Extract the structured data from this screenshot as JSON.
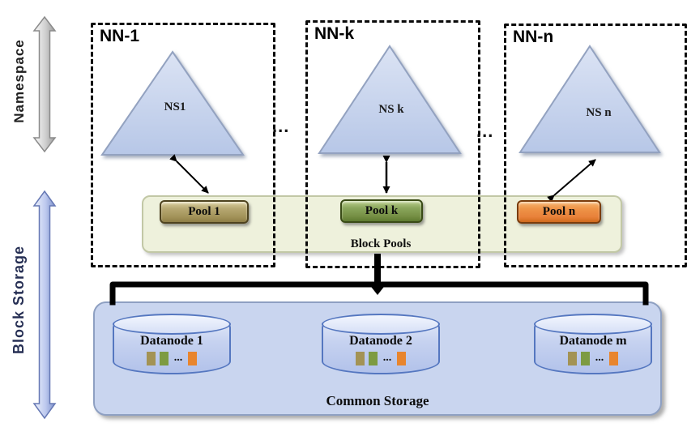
{
  "sidebar": {
    "namespace_label": "Namespace",
    "block_storage_label": "Block Storage"
  },
  "namenodes": [
    {
      "box_label": "NN-1",
      "namespace": "NS1",
      "pool": "Pool 1"
    },
    {
      "box_label": "NN-k",
      "namespace": "NS k",
      "pool": "Pool k"
    },
    {
      "box_label": "NN-n",
      "namespace": "NS n",
      "pool": "Pool n"
    }
  ],
  "dots": {
    "left": "...",
    "right": "..."
  },
  "block_pools": {
    "label": "Block Pools"
  },
  "common_storage": {
    "label": "Common Storage",
    "datanodes": [
      {
        "label": "Datanode 1",
        "blocks_ellipsis": "..."
      },
      {
        "label": "Datanode 2",
        "blocks_ellipsis": "..."
      },
      {
        "label": "Datanode m",
        "blocks_ellipsis": "..."
      }
    ]
  },
  "colors": {
    "band-bg": "#eef1dc",
    "storage-bg": "#c9d5ef",
    "block-tan": "#a39355",
    "block-green": "#7d9b42",
    "block-orange": "#e8852e",
    "pool-1-body": "#a89860",
    "pool-k-body": "#7f9c50",
    "pool-n-body": "#e8813a",
    "triangle-fill": "#c5d3ec",
    "namespace-arrow": "#c9c9c9",
    "block-storage-arrow": "#b9c6ec"
  }
}
